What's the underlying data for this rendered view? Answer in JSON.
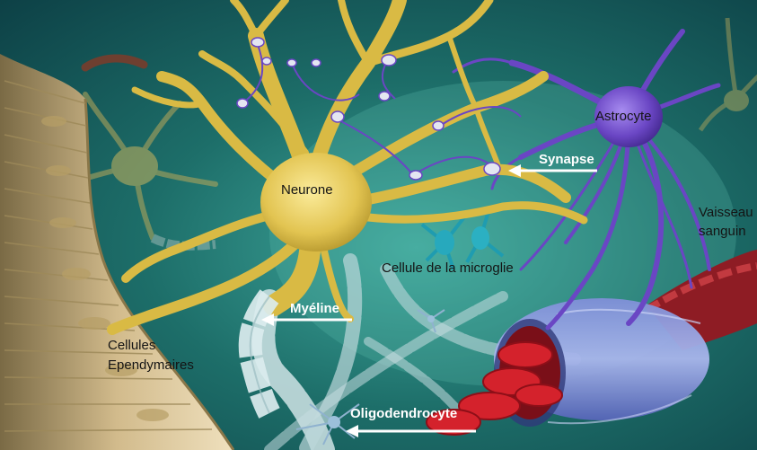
{
  "labels": {
    "neurone": "Neurone",
    "astrocyte": "Astrocyte",
    "synapse": "Synapse",
    "vaisseau_line1": "Vaisseau",
    "vaisseau_line2": "sanguin",
    "microglie": "Cellule de la microglie",
    "myeline": "Myéline",
    "ependymaires_line1": "Cellules",
    "ependymaires_line2": "Ependymaires",
    "oligodendrocyte": "Oligodendrocyte"
  },
  "colors": {
    "background": "#0f5552",
    "neuron": "#e2c451",
    "astrocyte": "#6a46c4",
    "blood_vessel": "#b81f26",
    "ependymal": "#d2bb8c",
    "microglia": "#1f9cb0",
    "myelin": "#c9dde0",
    "arrow": "#ffffff"
  }
}
